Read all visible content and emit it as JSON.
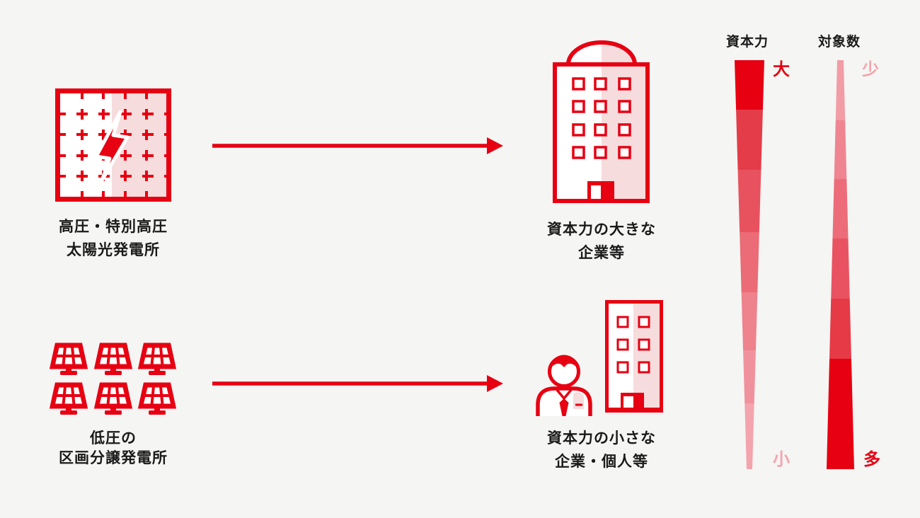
{
  "background_color": "#f5f5f3",
  "accent_red": "#e60012",
  "accent_pink": "#f6dcdd",
  "text_color": "#1a1a1a",
  "flow_rows": [
    {
      "source_icon": "high-voltage-solar-plant-icon",
      "source_label_line1": "高圧・特別高圧",
      "source_label_line2": "太陽光発電所",
      "arrow_icon": "right-arrow-icon",
      "target_icon": "large-company-building-icon",
      "target_label_line1": "資本力の大きな",
      "target_label_line2": "企業等"
    },
    {
      "source_icon": "low-voltage-subdivided-plant-icon",
      "source_label_line1": "低圧の",
      "source_label_line2": "区画分譲発電所",
      "arrow_icon": "right-arrow-icon",
      "target_icon": "small-company-person-icon",
      "target_label_line1": "資本力の小さな",
      "target_label_line2": "企業・個人等"
    }
  ],
  "scales": [
    {
      "title": "資本力",
      "top_label": "大",
      "top_label_color": "#e60012",
      "bottom_label": "小",
      "bottom_label_color": "#f3a4ad",
      "shape": "wide-top-narrow-bottom",
      "segment_colors": [
        "#e60012",
        "#e43c49",
        "#e8525f",
        "#eb6b76",
        "#ee828d",
        "#f0929d",
        "#f3a4ad"
      ]
    },
    {
      "title": "対象数",
      "top_label": "少",
      "top_label_color": "#f3a4ad",
      "bottom_label": "多",
      "bottom_label_color": "#e60012",
      "shape": "narrow-top-wide-bottom",
      "segment_colors": [
        "#f29ca6",
        "#ef8590",
        "#ec6d79",
        "#e95361",
        "#e63a47",
        "#e60012",
        "#e60012"
      ]
    }
  ]
}
